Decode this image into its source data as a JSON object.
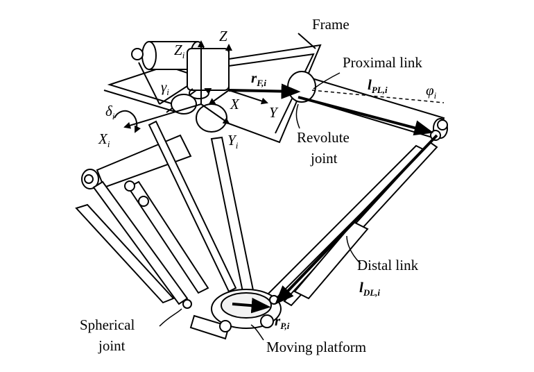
{
  "labels": {
    "frame": "Frame",
    "proximal_link": "Proximal link",
    "revolute_joint_1": "Revolute",
    "revolute_joint_2": "joint",
    "distal_link": "Distal link",
    "spherical_joint_1": "Spherical",
    "spherical_joint_2": "joint",
    "moving_platform": "Moving platform"
  },
  "symbols": {
    "Z": "Z",
    "X": "X",
    "Y": "Y",
    "Zi_base": "Z",
    "Zi_sub": "i",
    "Xi_base": "X",
    "Xi_sub": "i",
    "Yi_base": "Y",
    "Yi_sub": "i",
    "gamma_base": "γ",
    "gamma_sub": "i",
    "delta_base": "δ",
    "delta_sub": "i",
    "phi_base": "φ",
    "phi_sub": "i",
    "rF_base": "r",
    "rF_sub": "F,i",
    "rP_base": "r",
    "rP_sub": "P,i",
    "lPL_base": "l",
    "lPL_sub": "PL,i",
    "lDL_base": "l",
    "lDL_sub": "DL,i"
  },
  "colors": {
    "line": "#000000",
    "fill": "#ffffff",
    "shade": "#e6e6e6"
  }
}
